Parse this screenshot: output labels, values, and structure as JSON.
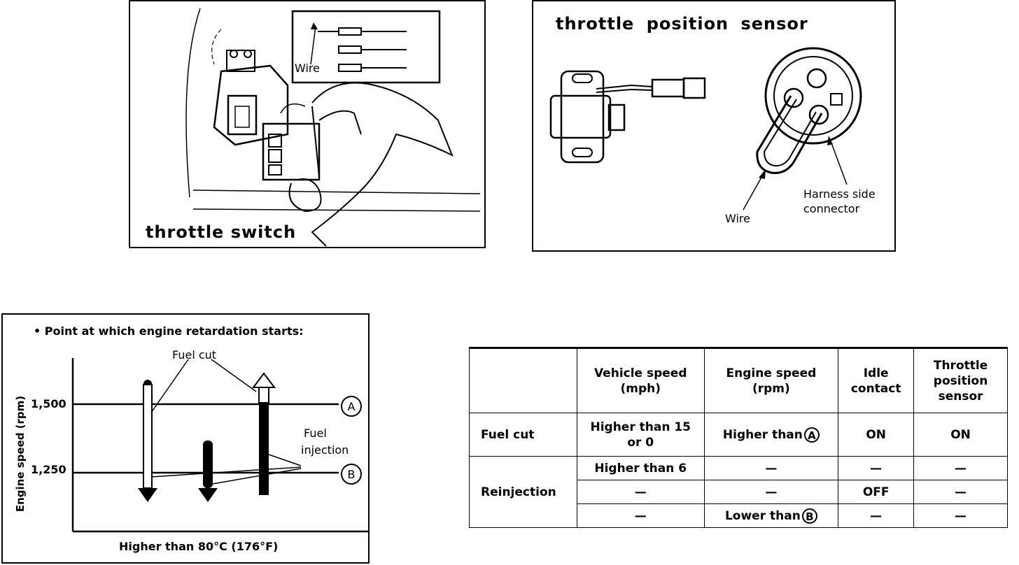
{
  "panels": {
    "throttle_switch": {
      "title": "throttle switch",
      "wire_label": "Wire"
    },
    "throttle_position_sensor": {
      "title": "throttle position sensor",
      "wire_label": "Wire",
      "connector_label_line1": "Harness side",
      "connector_label_line2": "connector"
    }
  },
  "graph": {
    "note": "• Point at which engine retardation starts:",
    "fuel_cut_label": "Fuel cut",
    "fuel_injection_line1": "Fuel",
    "fuel_injection_line2": "injection",
    "ylabel": "Engine speed (rpm)",
    "tick_1500": "1,500",
    "tick_1250": "1,250",
    "marker_a": "A",
    "marker_b": "B",
    "xlabel": "Higher than 80°C (176°F)"
  },
  "table": {
    "headers": {
      "vehicle_speed_1": "Vehicle speed",
      "vehicle_speed_2": "(mph)",
      "engine_speed_1": "Engine speed",
      "engine_speed_2": "(rpm)",
      "idle_1": "Idle",
      "idle_2": "contact",
      "tps_1": "Throttle",
      "tps_2": "position",
      "tps_3": "sensor"
    },
    "fuel_cut": {
      "label": "Fuel cut",
      "vehicle_speed_1": "Higher than 15",
      "vehicle_speed_2": "or 0",
      "engine_speed": "Higher than",
      "engine_marker": "A",
      "idle": "ON",
      "tps": "ON"
    },
    "reinjection": {
      "label": "Reinjection",
      "rows": [
        {
          "vehicle_speed": "Higher than   6",
          "engine_speed": "—",
          "engine_marker": "",
          "idle": "—",
          "tps": "—"
        },
        {
          "vehicle_speed": "—",
          "engine_speed": "—",
          "engine_marker": "",
          "idle": "OFF",
          "tps": "—"
        },
        {
          "vehicle_speed": "—",
          "engine_speed": "Lower than",
          "engine_marker": "B",
          "idle": "—",
          "tps": "—"
        }
      ]
    }
  }
}
